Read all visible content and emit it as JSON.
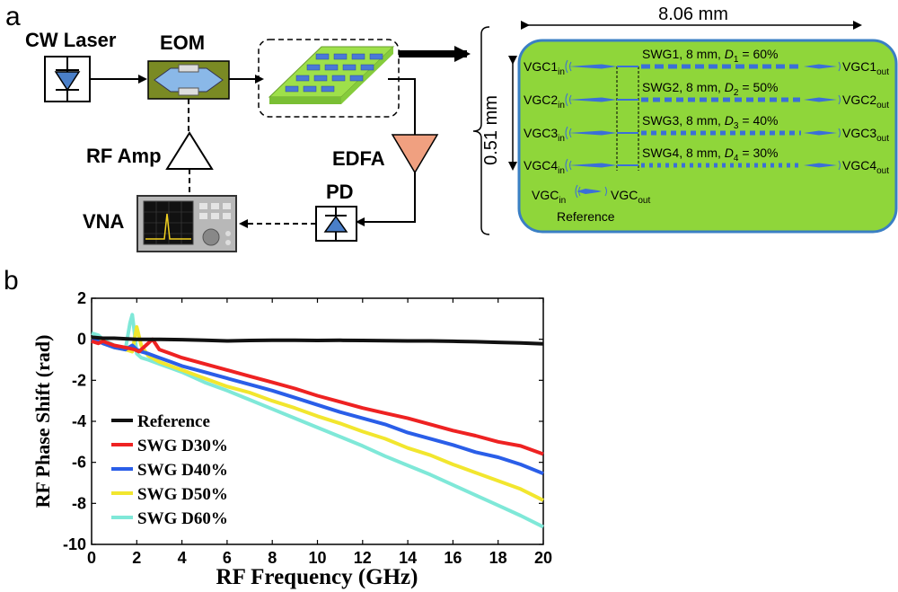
{
  "panel_a": {
    "letter": "a",
    "cw_laser": "CW Laser",
    "eom": "EOM",
    "rf_amp": "RF Amp",
    "vna": "VNA",
    "pd": "PD",
    "edfa": "EDFA",
    "chip": {
      "width_label": "8.06 mm",
      "height_label": "0.51 mm",
      "color": "#8fd63a",
      "border_color": "#3a7fc4",
      "rows": [
        {
          "in_base": "VGC1",
          "in_sub": "in",
          "out_base": "VGC1",
          "out_sub": "out",
          "swg_pre": "SWG1, 8 mm, ",
          "d_sym": "D",
          "d_sub": "1",
          "d_val": " = 60%"
        },
        {
          "in_base": "VGC2",
          "in_sub": "in",
          "out_base": "VGC2",
          "out_sub": "out",
          "swg_pre": "SWG2, 8 mm, ",
          "d_sym": "D",
          "d_sub": "2",
          "d_val": " = 50%"
        },
        {
          "in_base": "VGC3",
          "in_sub": "in",
          "out_base": "VGC3",
          "out_sub": "out",
          "swg_pre": "SWG3, 8 mm, ",
          "d_sym": "D",
          "d_sub": "3",
          "d_val": " = 40%"
        },
        {
          "in_base": "VGC4",
          "in_sub": "in",
          "out_base": "VGC4",
          "out_sub": "out",
          "swg_pre": "SWG4, 8 mm, ",
          "d_sym": "D",
          "d_sub": "4",
          "d_val": " = 30%"
        }
      ],
      "ref_in_base": "VGC",
      "ref_in_sub": "in",
      "ref_out_base": "VGC",
      "ref_out_sub": "out",
      "reference": "Reference"
    }
  },
  "panel_b": {
    "letter": "b"
  },
  "chart_data": {
    "type": "line",
    "xlabel": "RF Frequency (GHz)",
    "ylabel": "RF Phase Shift (rad)",
    "xlim": [
      0,
      20
    ],
    "ylim": [
      -10,
      2
    ],
    "xticks": [
      0,
      2,
      4,
      6,
      8,
      10,
      12,
      14,
      16,
      18,
      20
    ],
    "yticks": [
      2,
      0,
      -2,
      -4,
      -6,
      -8,
      -10
    ],
    "grid": false,
    "legend_position": "bottom-left",
    "series": [
      {
        "name": "Reference",
        "color": "#111111",
        "x": [
          0,
          0.5,
          1,
          2,
          3,
          4,
          5,
          6,
          7,
          8,
          9,
          10,
          11,
          12,
          13,
          14,
          15,
          16,
          17,
          18,
          19,
          20
        ],
        "y": [
          0.1,
          0.05,
          0.05,
          0.0,
          0.0,
          -0.02,
          -0.05,
          -0.08,
          -0.06,
          -0.05,
          -0.05,
          -0.06,
          -0.05,
          -0.06,
          -0.07,
          -0.08,
          -0.08,
          -0.1,
          -0.12,
          -0.15,
          -0.18,
          -0.22
        ]
      },
      {
        "name": "SWG D30%",
        "color": "#ee2222",
        "x": [
          0,
          0.3,
          0.5,
          1,
          1.5,
          1.9,
          2.1,
          2.4,
          2.7,
          3,
          3.5,
          4,
          5,
          6,
          7,
          8,
          9,
          10,
          11,
          12,
          13,
          14,
          15,
          16,
          17,
          18,
          19,
          20
        ],
        "y": [
          -0.1,
          -0.2,
          -0.1,
          -0.3,
          -0.4,
          -0.5,
          -0.6,
          -0.3,
          0.0,
          -0.5,
          -0.7,
          -0.9,
          -1.2,
          -1.5,
          -1.8,
          -2.1,
          -2.4,
          -2.75,
          -3.05,
          -3.35,
          -3.6,
          -3.85,
          -4.15,
          -4.45,
          -4.7,
          -5.0,
          -5.2,
          -5.6
        ]
      },
      {
        "name": "SWG D40%",
        "color": "#2a5ee8",
        "x": [
          0,
          0.3,
          0.5,
          1,
          1.5,
          1.8,
          2.0,
          2.2,
          2.5,
          3,
          3.5,
          4,
          5,
          6,
          7,
          8,
          9,
          10,
          11,
          12,
          13,
          14,
          15,
          16,
          17,
          18,
          19,
          20
        ],
        "y": [
          0.0,
          -0.1,
          -0.2,
          -0.4,
          -0.5,
          -0.3,
          -0.5,
          -0.6,
          -0.7,
          -0.9,
          -1.1,
          -1.3,
          -1.6,
          -1.9,
          -2.2,
          -2.5,
          -2.85,
          -3.2,
          -3.55,
          -3.85,
          -4.15,
          -4.55,
          -4.85,
          -5.15,
          -5.5,
          -5.75,
          -6.1,
          -6.55
        ]
      },
      {
        "name": "SWG D50%",
        "color": "#f2e62e",
        "x": [
          0,
          0.3,
          0.5,
          1,
          1.5,
          1.8,
          2.0,
          2.2,
          2.5,
          3,
          3.5,
          4,
          5,
          6,
          7,
          8,
          9,
          10,
          11,
          12,
          13,
          14,
          15,
          16,
          17,
          18,
          19,
          20
        ],
        "y": [
          0.1,
          0.0,
          -0.2,
          -0.4,
          -0.5,
          -0.6,
          0.6,
          -0.3,
          -0.8,
          -1.1,
          -1.3,
          -1.5,
          -1.9,
          -2.3,
          -2.6,
          -3.0,
          -3.35,
          -3.75,
          -4.1,
          -4.5,
          -4.85,
          -5.3,
          -5.65,
          -6.1,
          -6.5,
          -6.9,
          -7.3,
          -7.85
        ]
      },
      {
        "name": "SWG D60%",
        "color": "#7fe8d8",
        "x": [
          0,
          0.3,
          0.5,
          1,
          1.5,
          1.7,
          1.8,
          1.9,
          2.0,
          2.2,
          2.5,
          3,
          3.5,
          4,
          5,
          6,
          7,
          8,
          9,
          10,
          11,
          12,
          13,
          14,
          15,
          16,
          17,
          18,
          19,
          20
        ],
        "y": [
          0.3,
          0.2,
          0.0,
          -0.3,
          -0.5,
          0.8,
          1.2,
          0.3,
          -0.7,
          -0.9,
          -1.0,
          -1.2,
          -1.4,
          -1.6,
          -2.1,
          -2.5,
          -2.95,
          -3.4,
          -3.85,
          -4.3,
          -4.75,
          -5.2,
          -5.7,
          -6.15,
          -6.6,
          -7.1,
          -7.6,
          -8.1,
          -8.6,
          -9.15
        ]
      }
    ]
  }
}
